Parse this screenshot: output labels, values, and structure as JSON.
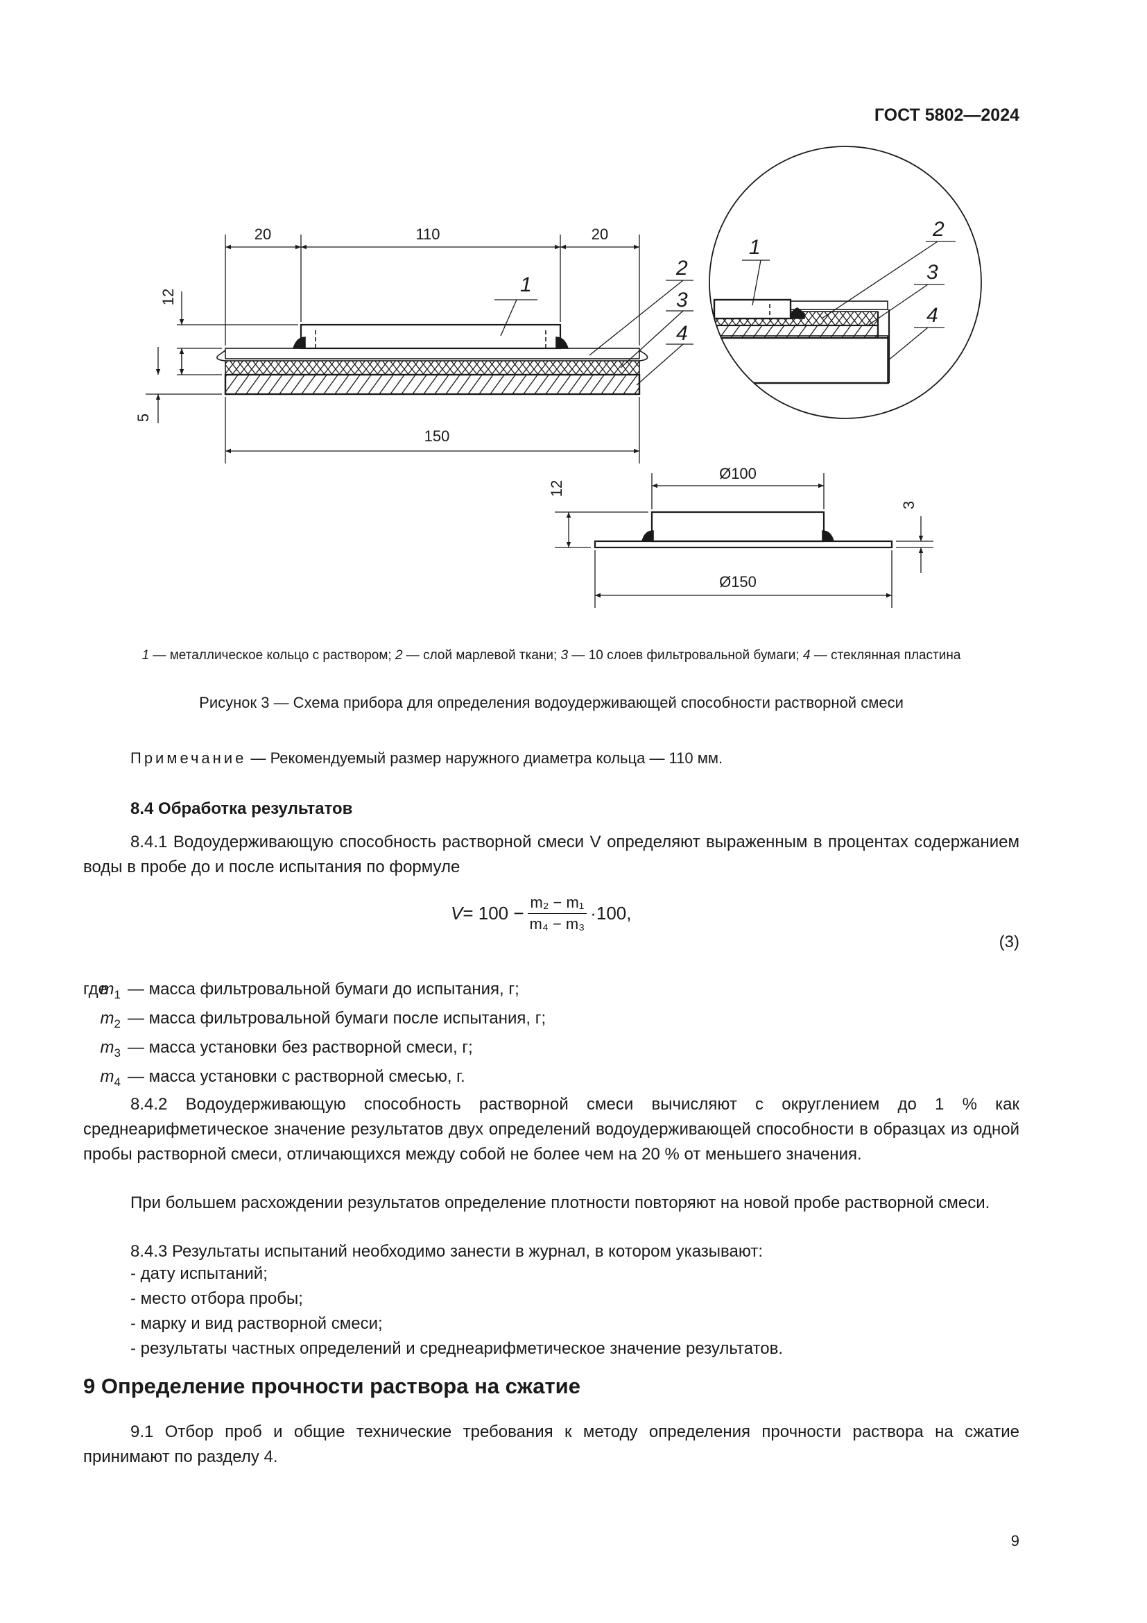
{
  "header": {
    "standard_code": "ГОСТ 5802—2024"
  },
  "figure": {
    "dim_20_left": "20",
    "dim_110": "110",
    "dim_20_right": "20",
    "dim_12_side": "12",
    "dim_5": "5",
    "dim_150": "150",
    "dim_d100": "Ø100",
    "dim_d150": "Ø150",
    "dim_12_bottom": "12",
    "dim_3": "3",
    "callout_1": "1",
    "callout_2": "2",
    "callout_3": "3",
    "callout_4": "4",
    "detail_callout_1": "1",
    "detail_callout_2": "2",
    "detail_callout_3": "3",
    "detail_callout_4": "4",
    "legend": {
      "n1": "1",
      "t1": " — металлическое кольцо с раствором; ",
      "n2": "2",
      "t2": " — слой марлевой ткани; ",
      "n3": "3",
      "t3": " — 10 слоев фильтровальной бумаги; ",
      "n4": "4",
      "t4": " — стеклянная пластина"
    },
    "caption": "Рисунок 3 — Схема прибора для определения водоудерживающей способности растворной смеси"
  },
  "note": {
    "label": "Примечание",
    "text": " — Рекомендуемый размер наружного диаметра кольца — 110 мм."
  },
  "section_8_4": {
    "heading": "8.4 Обработка результатов",
    "p1": "8.4.1 Водоудерживающую способность растворной смеси V определяют выраженным в процентах содержанием воды в пробе до и после испытания по формуле",
    "formula": {
      "lhs": "V",
      "eq": " = 100 − ",
      "numerator": "m₂ − m₁",
      "denominator": "m₄ − m₃",
      "tail": "·100,",
      "number": "(3)"
    },
    "where_word": "где",
    "where": [
      {
        "sym": "m",
        "sub": "1",
        "text": "— масса фильтровальной бумаги до испытания, г;"
      },
      {
        "sym": "m",
        "sub": "2",
        "text": "— масса фильтровальной бумаги после испытания, г;"
      },
      {
        "sym": "m",
        "sub": "3",
        "text": "— масса установки без растворной смеси, г;"
      },
      {
        "sym": "m",
        "sub": "4",
        "text": "— масса установки с растворной смесью, г."
      }
    ],
    "p2": "8.4.2 Водоудерживающую способность растворной смеси вычисляют с округлением до 1 % как среднеарифметическое значение результатов двух определений водоудерживающей способности в образцах из одной пробы растворной смеси, отличающихся между собой не более чем на 20 % от меньшего значения.",
    "p3": "При большем расхождении результатов определение плотности повторяют на новой пробе растворной смеси.",
    "p4": "8.4.3 Результаты испытаний необходимо занести в журнал, в котором указывают:",
    "list": [
      "- дату испытаний;",
      "- место отбора пробы;",
      "- марку и вид растворной смеси;",
      "- результаты частных определений и среднеарифметическое значение результатов."
    ]
  },
  "section_9": {
    "heading": "9 Определение прочности раствора на сжатие",
    "p1": "9.1 Отбор проб и общие технические требования к методу определения прочности раствора на сжатие принимают по разделу 4."
  },
  "footer": {
    "page_number": "9"
  }
}
